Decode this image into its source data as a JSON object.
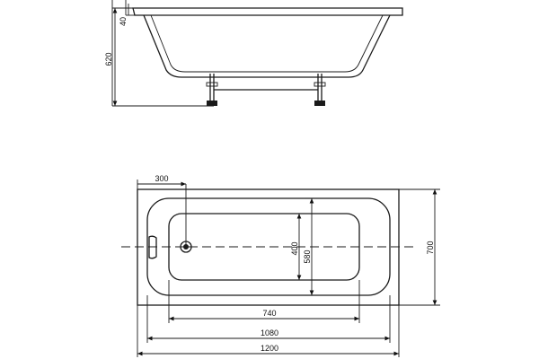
{
  "side_view": {
    "height_total": "620",
    "rim_height": "40"
  },
  "plan_view": {
    "drain_offset": "300",
    "inner_width": "400",
    "interior_width": "580",
    "outer_width": "700",
    "bottom_length": "740",
    "interior_length": "1080",
    "outer_length": "1200"
  }
}
